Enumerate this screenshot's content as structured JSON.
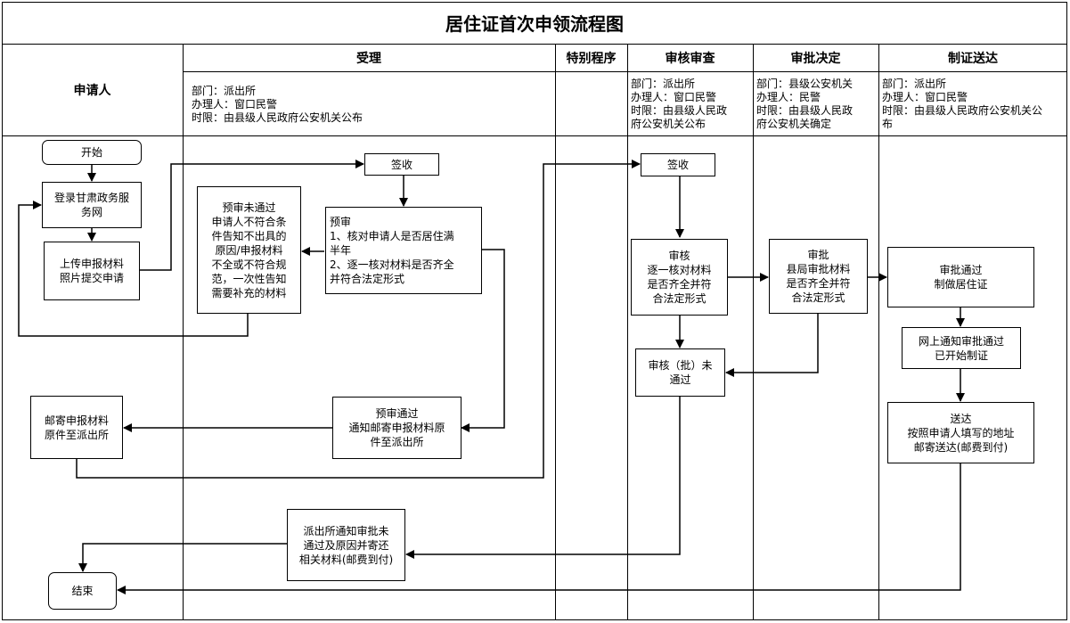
{
  "title": "居住证首次申领流程图",
  "columns": {
    "applicant": "申请人",
    "accept": "受理",
    "special": "特别程序",
    "review": "审核审查",
    "approve": "审批决定",
    "issue": "制证送达"
  },
  "info": {
    "accept": "部门：派出所\n办理人：窗口民警\n时限：由县级人民政府公安机关公布",
    "review": "部门：派出所\n办理人：窗口民警\n时限：由县级人民政\n府公安机关公布",
    "approve": "部门：县级公安机关\n办理人：民警\n时限：由县级人民政\n府公安机关确定",
    "issue": "部门：派出所\n办理人：窗口民警\n时限：由县级人民政府公安机关公\n布"
  },
  "nodes": {
    "start": "开始",
    "login": "登录甘肃政务服\n务网",
    "upload": "上传申报材料\n照片提交申请",
    "sign1": "签收",
    "precheck_fail": "预审未通过\n申请人不符合条\n件告知不出具的\n原因/申报材料\n不全或不符合规\n范，一次性告知\n需要补充的材料",
    "precheck": "预审\n1、核对申请人是否居住满\n半年\n2、逐一核对材料是否齐全\n并符合法定形式",
    "mail": "邮寄申报材料\n原件至派出所",
    "precheck_pass": "预审通过\n通知邮寄申报材料原\n件至派出所",
    "sign2": "签收",
    "review": "审核\n逐一核对材料\n是否齐全并符\n合法定形式",
    "review_fail": "审核（批）未\n通过",
    "approve": "审批\n县局审批材料\n是否齐全并符\n合法定形式",
    "approved": "审批通过\n制做居住证",
    "notify": "网上通知审批通过\n已开始制证",
    "deliver": "送达\n按照申请人填写的地址\n邮寄送达(邮费到付)",
    "notify_fail": "派出所通知审批未\n通过及原因并寄还\n相关材料(邮费到付)",
    "end": "结束"
  }
}
